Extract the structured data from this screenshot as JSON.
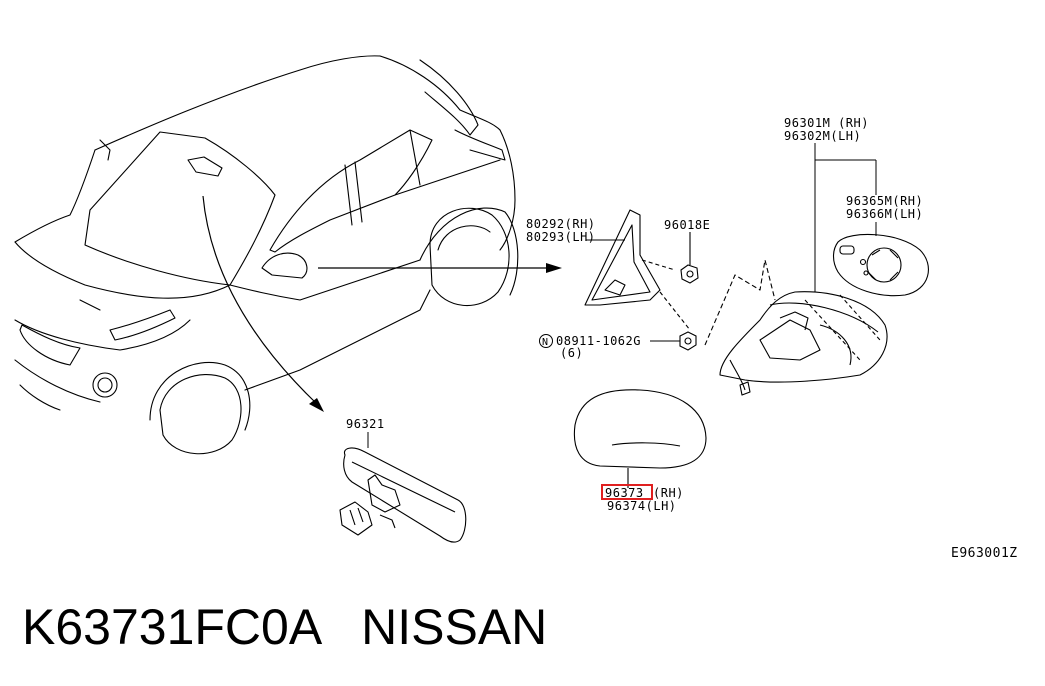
{
  "parts": {
    "rear_view_mirror": "96321",
    "corner_finisher_rh": "80292(RH)",
    "corner_finisher_lh": "80293(LH)",
    "nut": "96018E",
    "bolt_code": "08911-1062G",
    "bolt_qty": "(6)",
    "bolt_symbol": "N",
    "mirror_assy_rh": "96301M (RH)",
    "mirror_assy_lh": "96302M(LH)",
    "glass_rh": "96365M(RH)",
    "glass_lh": "96366M(LH)",
    "cover_rh_number": "96373",
    "cover_rh_side": "(RH)",
    "cover_lh": "96374(LH)"
  },
  "figure_code": "E963001Z",
  "caption": {
    "part_number": "K63731FC0A",
    "brand": "NISSAN"
  },
  "colors": {
    "line": "#000000",
    "highlight": "#e02020"
  }
}
